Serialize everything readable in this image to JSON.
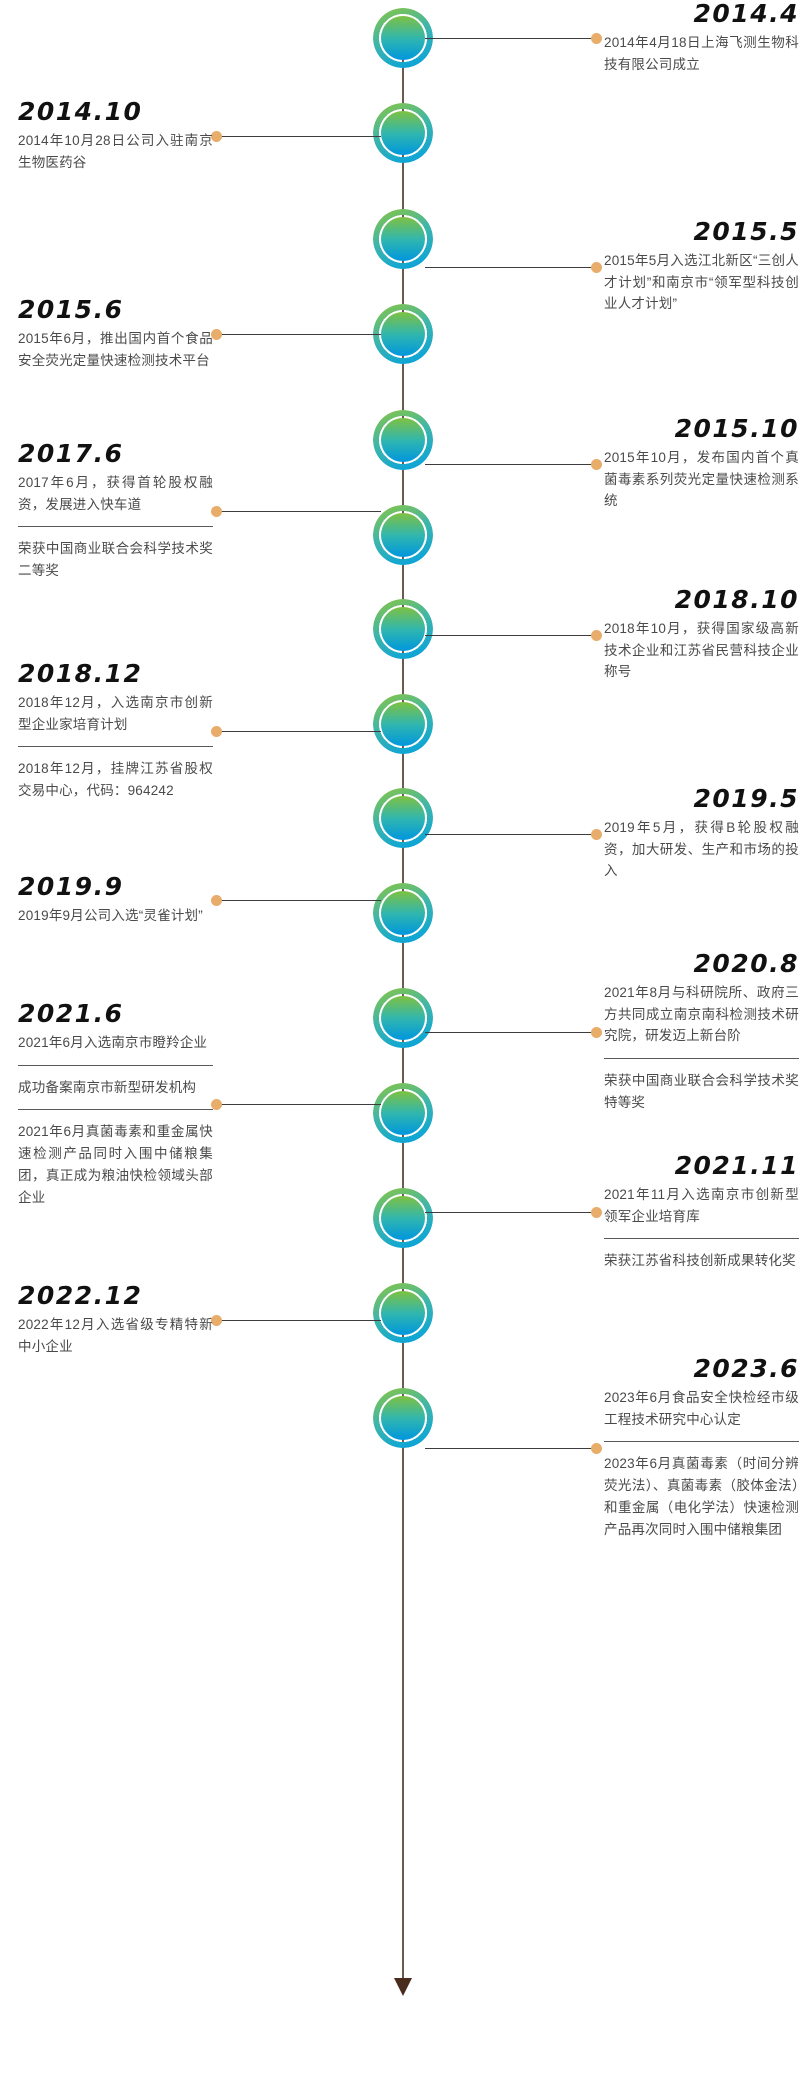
{
  "theme": {
    "node_gradient_from": "#8cc63f",
    "node_gradient_mid": "#2fb6b0",
    "node_gradient_to": "#0096dd",
    "connector_color": "#3d3d3d",
    "connector_dot_color": "#e8ac6b",
    "axis_color": "#6b5a4e",
    "arrow_color": "#4a2c1c",
    "year_color": "#111111",
    "body_color": "#4a4a4a"
  },
  "entries": [
    {
      "side": "right",
      "year": "2014.4",
      "paragraphs": [
        "2014年4月18日上海飞测生物科技有限公司成立"
      ]
    },
    {
      "side": "left",
      "year": "2014.10",
      "paragraphs": [
        "2014年10月28日公司入驻南京生物医药谷"
      ]
    },
    {
      "side": "right",
      "year": "2015.5",
      "paragraphs": [
        "2015年5月入选江北新区“三创人才计划”和南京市“领军型科技创业人才计划”"
      ]
    },
    {
      "side": "left",
      "year": "2015.6",
      "paragraphs": [
        "2015年6月，推出国内首个食品安全荧光定量快速检测技术平台"
      ]
    },
    {
      "side": "right",
      "year": "2015.10",
      "paragraphs": [
        "2015年10月，发布国内首个真菌毒素系列荧光定量快速检测系统"
      ]
    },
    {
      "side": "left",
      "year": "2017.6",
      "paragraphs": [
        "2017年6月，获得首轮股权融资，发展进入快车道",
        "荣获中国商业联合会科学技术奖二等奖"
      ]
    },
    {
      "side": "right",
      "year": "2018.10",
      "paragraphs": [
        "2018年10月，获得国家级高新技术企业和江苏省民营科技企业称号"
      ]
    },
    {
      "side": "left",
      "year": "2018.12",
      "paragraphs": [
        "2018年12月，入选南京市创新型企业家培育计划",
        "2018年12月，挂牌江苏省股权交易中心，代码：964242"
      ]
    },
    {
      "side": "right",
      "year": "2019.5",
      "paragraphs": [
        "2019年5月，获得B轮股权融资，加大研发、生产和市场的投入"
      ]
    },
    {
      "side": "left",
      "year": "2019.9",
      "paragraphs": [
        "2019年9月公司入选“灵雀计划”"
      ]
    },
    {
      "side": "right",
      "year": "2020.8",
      "paragraphs": [
        "2021年8月与科研院所、政府三方共同成立南京南科检测技术研究院，研发迈上新台阶",
        "荣获中国商业联合会科学技术奖特等奖"
      ]
    },
    {
      "side": "left",
      "year": "2021.6",
      "paragraphs": [
        "2021年6月入选南京市瞪羚企业",
        "成功备案南京市新型研发机构",
        "2021年6月真菌毒素和重金属快速检测产品同时入围中储粮集团，真正成为粮油快检领域头部企业"
      ]
    },
    {
      "side": "right",
      "year": "2021.11",
      "paragraphs": [
        "2021年11月入选南京市创新型领军企业培育库",
        "荣获江苏省科技创新成果转化奖"
      ]
    },
    {
      "side": "left",
      "year": "2022.12",
      "paragraphs": [
        "2022年12月入选省级专精特新中小企业"
      ]
    },
    {
      "side": "right",
      "year": "2023.6",
      "paragraphs": [
        "2023年6月食品安全快检经市级工程技术研究中心认定",
        "2023年6月真菌毒素（时间分辨荧光法）、真菌毒素（胶体金法）和重金属（电化学法）快速检测产品再次同时入围中储粮集团"
      ]
    }
  ],
  "layout": {
    "node_tops": [
      10,
      113,
      219,
      315,
      420,
      505,
      595,
      688,
      785,
      890,
      997,
      1093,
      1178,
      1280,
      1385
    ],
    "entry_tops_left": [
      0,
      98,
      0,
      296,
      0,
      592,
      0,
      812,
      0,
      1150,
      0,
      1375,
      0,
      1725,
      0
    ],
    "entry_tops_right": [
      6,
      0,
      218,
      0,
      415,
      0,
      582,
      0,
      790,
      0,
      965,
      0,
      1530,
      0,
      1800
    ]
  }
}
